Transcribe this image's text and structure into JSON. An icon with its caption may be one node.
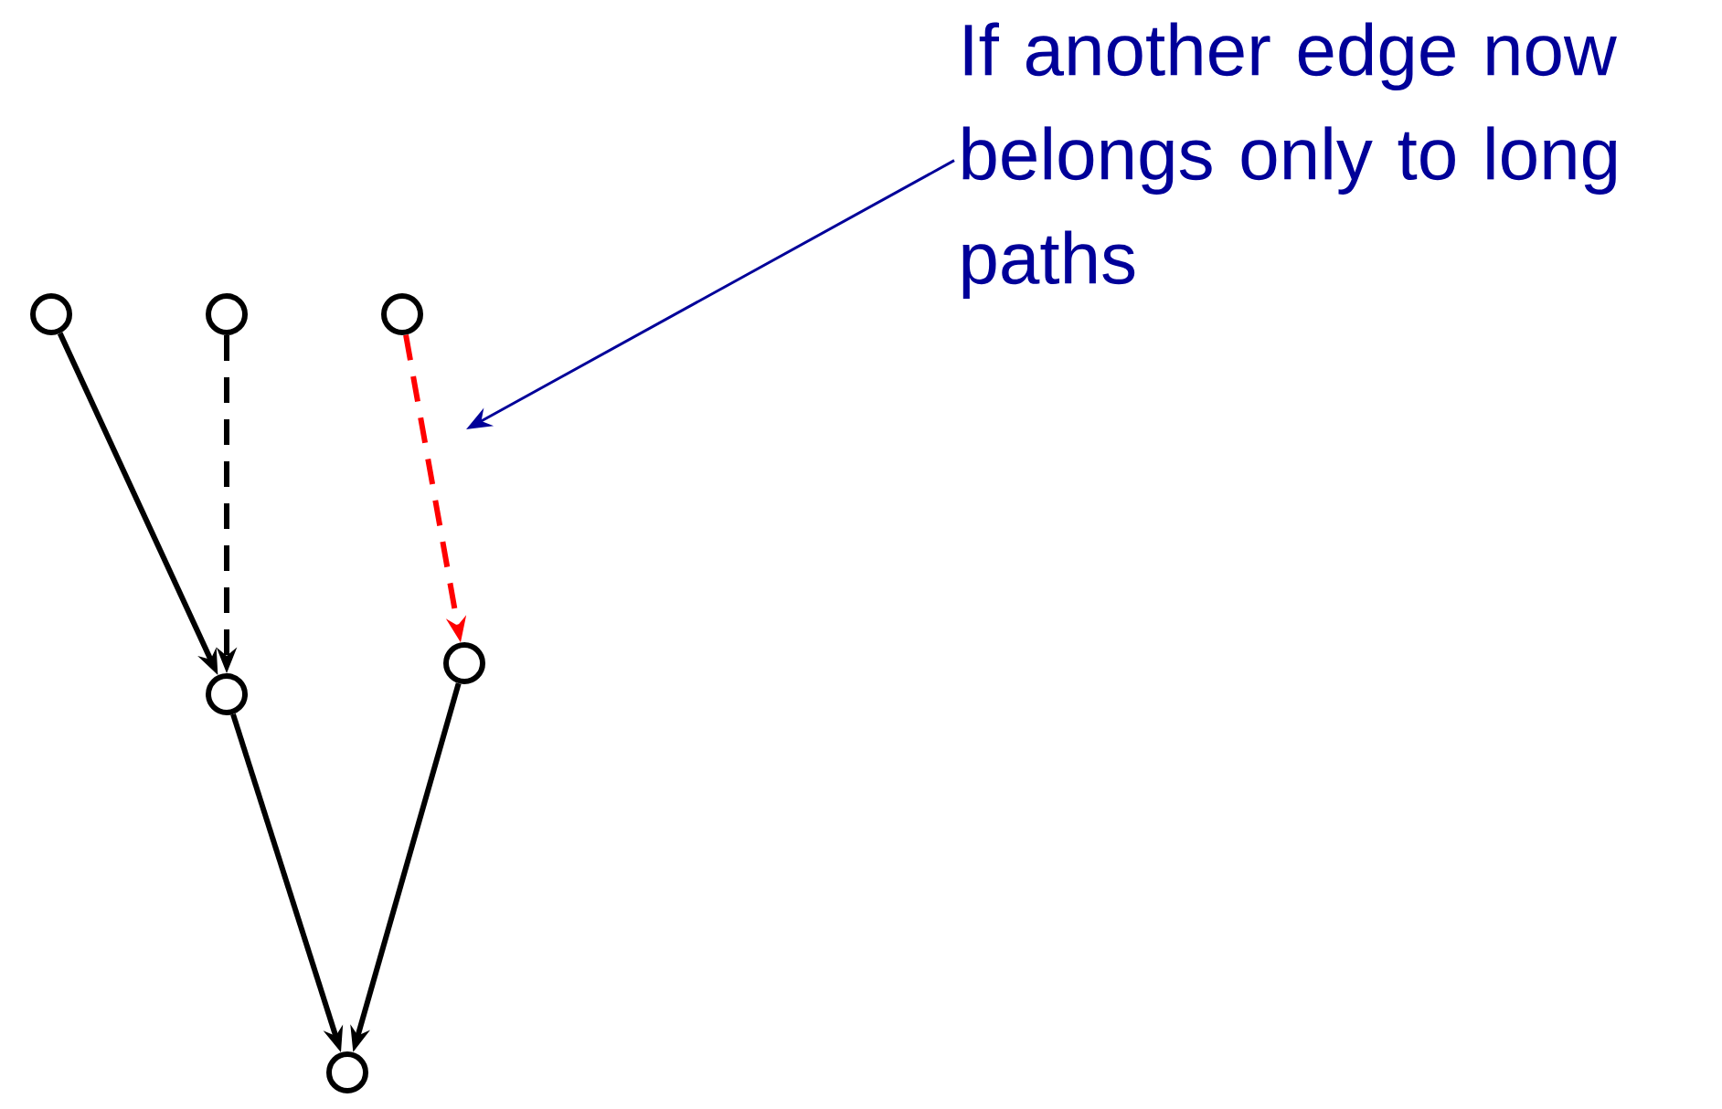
{
  "diagram": {
    "nodes": [
      {
        "text": [],
        "shape": "circle"
      },
      {
        "text": [],
        "shape": "circle"
      },
      {
        "text": [],
        "shape": "circle"
      },
      {
        "text": [],
        "shape": "circle"
      },
      {
        "text": [],
        "shape": "circle"
      },
      {
        "text": [],
        "shape": "circle"
      },
      {
        "text": [
          "If another edge now belongs only to long paths"
        ]
      }
    ],
    "edges": [
      {
        "from": 0,
        "to": 3,
        "arrow": "to"
      },
      {
        "from": 1,
        "to": 3,
        "arrow": "to",
        "style": "dashed"
      },
      {
        "from": 2,
        "to": 4,
        "arrow": "to",
        "style": "dashed",
        "color": "#ff0000"
      },
      {
        "from": 3,
        "to": 5,
        "arrow": "to"
      },
      {
        "from": 4,
        "to": 5,
        "arrow": "to"
      },
      {
        "from": 6,
        "to": null,
        "arrow": "to",
        "color": "#000099"
      }
    ]
  }
}
